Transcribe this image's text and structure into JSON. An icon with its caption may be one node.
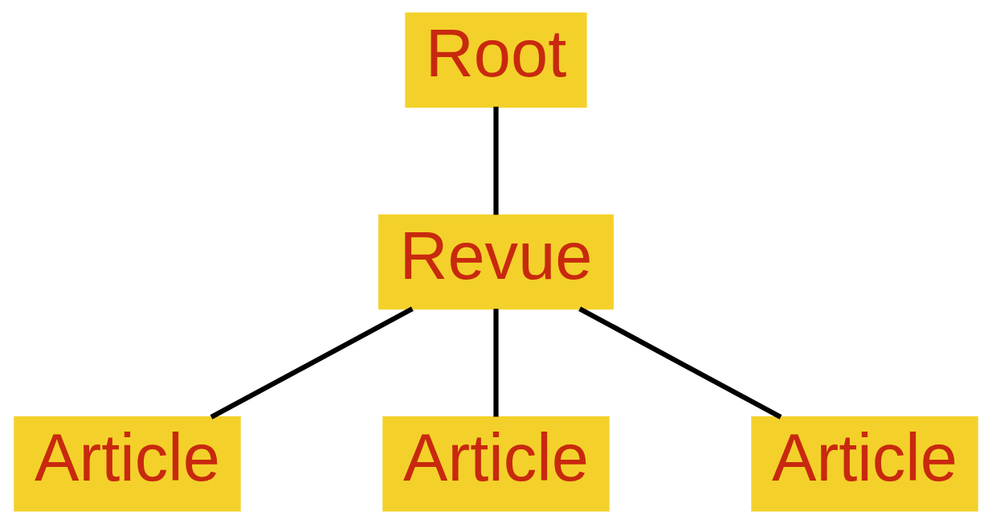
{
  "diagram": {
    "nodes": [
      {
        "text": [
          "Root"
        ]
      },
      {
        "text": [
          "Revue"
        ]
      },
      {
        "text": [
          "Article"
        ]
      },
      {
        "text": [
          "Article"
        ]
      },
      {
        "text": [
          "Article"
        ]
      }
    ],
    "edges": [
      {
        "from": 0,
        "to": 1,
        "arrow": "none"
      },
      {
        "from": 1,
        "to": 2,
        "arrow": "none"
      },
      {
        "from": 1,
        "to": 3,
        "arrow": "none"
      },
      {
        "from": 1,
        "to": 4,
        "arrow": "none"
      }
    ]
  }
}
